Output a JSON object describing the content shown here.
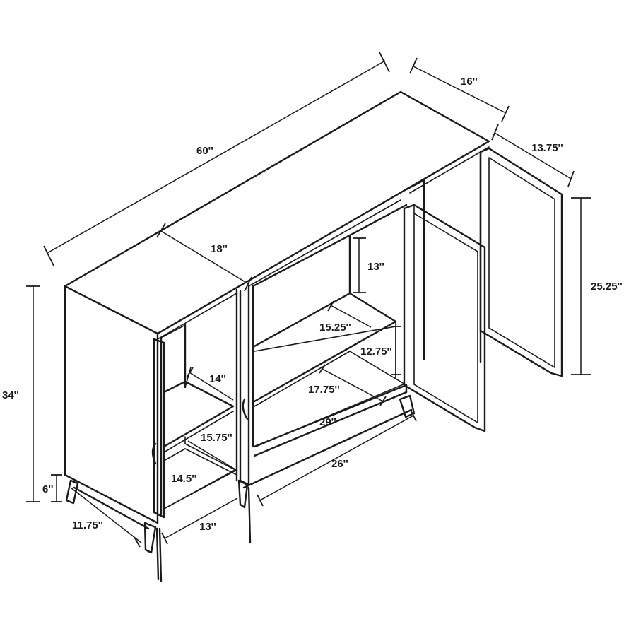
{
  "dimensions": {
    "overall_width": "60''",
    "overall_depth": "16''",
    "side_depth": "13.75''",
    "door_height": "25.25''",
    "cabinet_depth": "18''",
    "top_opening_height": "13''",
    "center_shelf_depth": "15.25''",
    "shelf_spacing": "12.75''",
    "center_lower_depth": "17.75''",
    "center_width": "29''",
    "center_base_width": "26''",
    "overall_height": "34''",
    "left_shelf_width": "14''",
    "left_inner_depth": "15.75''",
    "left_lower_width": "14.5''",
    "leg_height": "6''",
    "left_leg_span": "11.75''",
    "left_base_width": "13''"
  }
}
